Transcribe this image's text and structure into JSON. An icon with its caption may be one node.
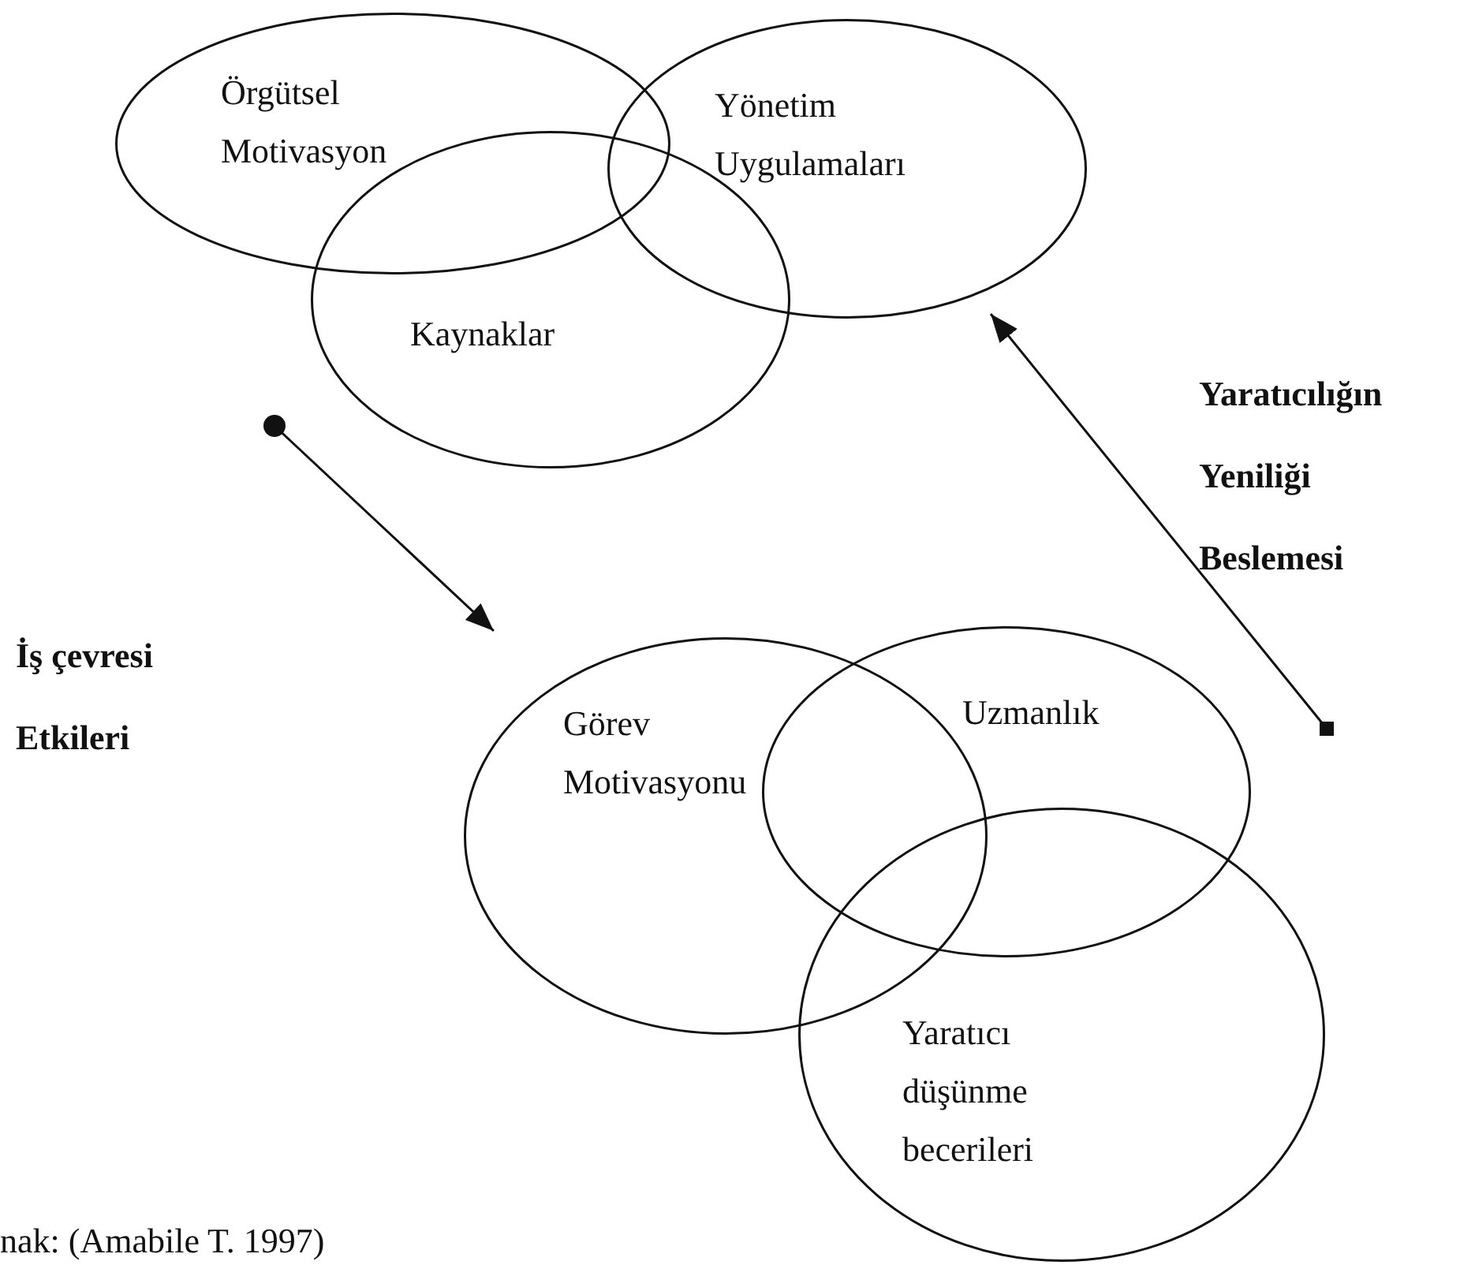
{
  "diagram": {
    "caption": "nak: (Amabile T. 1997)",
    "nodes": [
      {
        "text": [
          "Örgütsel Motivasyon"
        ]
      },
      {
        "text": [
          "Yönetim Uygulamaları"
        ]
      },
      {
        "text": [
          "Kaynaklar"
        ]
      },
      {
        "text": [
          "Görev Motivasyonu"
        ]
      },
      {
        "text": [
          "Uzmanlık"
        ]
      },
      {
        "text": [
          "Yaratıcı düşünme becerileri"
        ]
      }
    ],
    "edges": [
      {
        "from": 2,
        "to": 3,
        "arrow": "to"
      },
      {
        "from": 4,
        "to": 1,
        "arrow": "to"
      }
    ],
    "labels": [
      "İş çevresi Etkileri",
      "Yaratıcılığın Yeniliği Beslemesi"
    ]
  }
}
